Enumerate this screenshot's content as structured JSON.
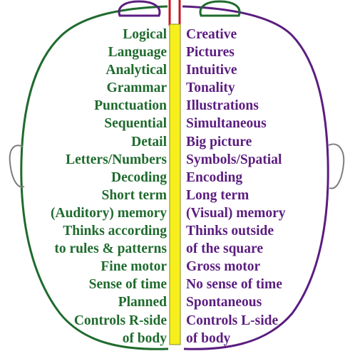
{
  "left_hemisphere": {
    "lines": [
      "Logical",
      "Language",
      "Analytical",
      "Grammar",
      "Punctuation",
      "Sequential",
      "Detail",
      "Letters/Numbers",
      "Decoding",
      "Short term",
      "(Auditory) memory",
      "Thinks according",
      "to rules & patterns",
      "Fine motor",
      "Sense of time",
      "Planned",
      "Controls R-side",
      "of body"
    ]
  },
  "right_hemisphere": {
    "lines": [
      "Creative",
      "Pictures",
      "Intuitive",
      "Tonality",
      "Illustrations",
      "Simultaneous",
      "Big picture",
      "Symbols/Spatial",
      "Encoding",
      "Long term",
      "(Visual) memory",
      "Thinks outside",
      "of the square",
      "Gross motor",
      "No sense of time",
      "Spontaneous",
      "Controls L-side",
      "of body"
    ]
  },
  "colors": {
    "left": "#1f6b2e",
    "right": "#5b1d80",
    "divider": "#f6ef1b",
    "divider_border": "#8a8a2a",
    "stem": "#c8141e"
  }
}
